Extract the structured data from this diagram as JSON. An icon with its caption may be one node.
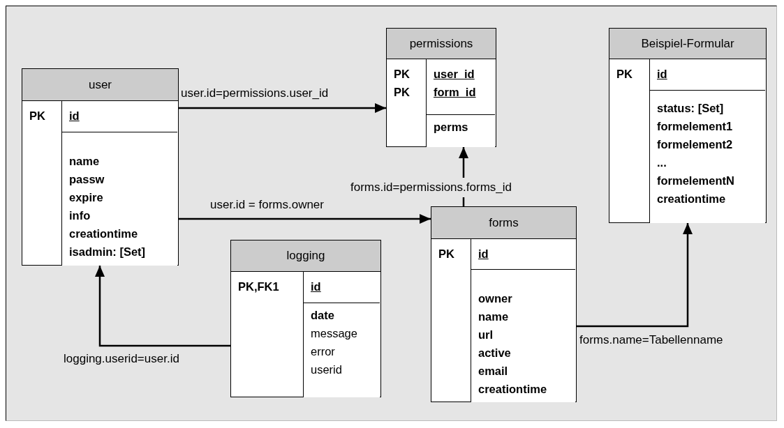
{
  "diagram": {
    "nodes": [
      {
        "text": [
          "user"
        ]
      },
      {
        "text": [
          "PK"
        ],
        "in": 0
      },
      {
        "text": [
          "id"
        ],
        "in": 0
      },
      {
        "text": [
          "name",
          "passw",
          "expire",
          "info",
          "creationtime",
          "isadmin: [Set]"
        ],
        "in": 0
      },
      {
        "text": [
          "permissions"
        ]
      },
      {
        "text": [
          "PK",
          "PK"
        ],
        "in": 4
      },
      {
        "text": [
          "user_id",
          "form_id"
        ],
        "in": 4
      },
      {
        "text": [
          "perms"
        ],
        "in": 4
      },
      {
        "text": [
          "Beispiel-Formular"
        ]
      },
      {
        "text": [
          "PK"
        ],
        "in": 8
      },
      {
        "text": [
          "id"
        ],
        "in": 8
      },
      {
        "text": [
          "status: [Set]",
          "formelement1",
          "formelement2",
          "...",
          "formelementN",
          "creationtime"
        ],
        "in": 8
      },
      {
        "text": [
          "forms"
        ]
      },
      {
        "text": [
          "PK"
        ],
        "in": 12
      },
      {
        "text": [
          "id"
        ],
        "in": 12
      },
      {
        "text": [
          "owner",
          "name",
          "url",
          "active",
          "email",
          "creationtime"
        ],
        "in": 12
      },
      {
        "text": [
          "logging"
        ]
      },
      {
        "text": [
          "PK,FK1"
        ],
        "in": 16
      },
      {
        "text": [
          "id"
        ],
        "in": 16
      },
      {
        "text": [
          "**date** message error userid"
        ],
        "in": 16
      }
    ],
    "edges": [
      {
        "from": 0,
        "to": 4,
        "arrow": "to",
        "label": "user.id=permissions.user_id"
      },
      {
        "from": 0,
        "to": 12,
        "arrow": "to",
        "label": "user.id = forms.owner"
      },
      {
        "from": 12,
        "to": 4,
        "arrow": "to",
        "label": "forms.id=permissions.forms_id"
      },
      {
        "from": 16,
        "to": 0,
        "arrow": "to",
        "label": "logging.userid=user.id"
      },
      {
        "from": 12,
        "to": 8,
        "arrow": "to",
        "label": "forms.name=Tabellenname"
      }
    ]
  }
}
